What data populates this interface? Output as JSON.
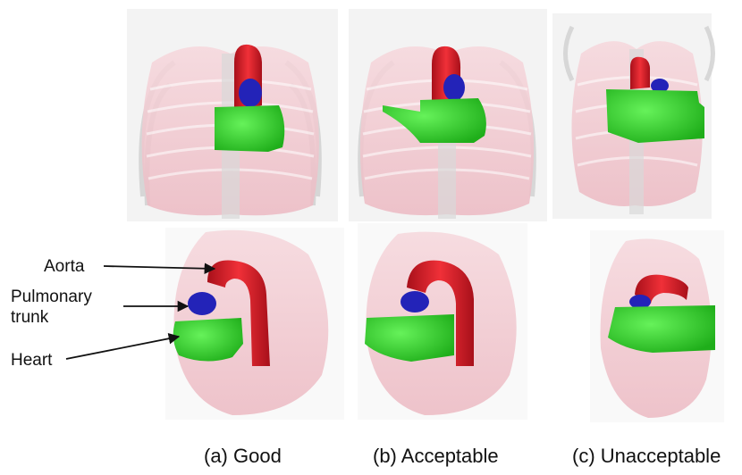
{
  "annotations": {
    "aorta": "Aorta",
    "pulmonary_line1": "Pulmonary",
    "pulmonary_line2": "trunk",
    "heart": "Heart"
  },
  "captions": {
    "a": "(a) Good",
    "b": "(b) Acceptable",
    "c": "(c) Unacceptable"
  },
  "colors": {
    "aorta": "#e0202a",
    "pulmonary_trunk": "#2323b8",
    "heart": "#33dd2a",
    "lung_tint": "#f2c4cc",
    "bone": "#c9c9c9"
  },
  "panels": [
    {
      "id": "a",
      "views": [
        "frontal",
        "sagittal"
      ]
    },
    {
      "id": "b",
      "views": [
        "frontal",
        "sagittal"
      ]
    },
    {
      "id": "c",
      "views": [
        "frontal",
        "sagittal"
      ]
    }
  ]
}
